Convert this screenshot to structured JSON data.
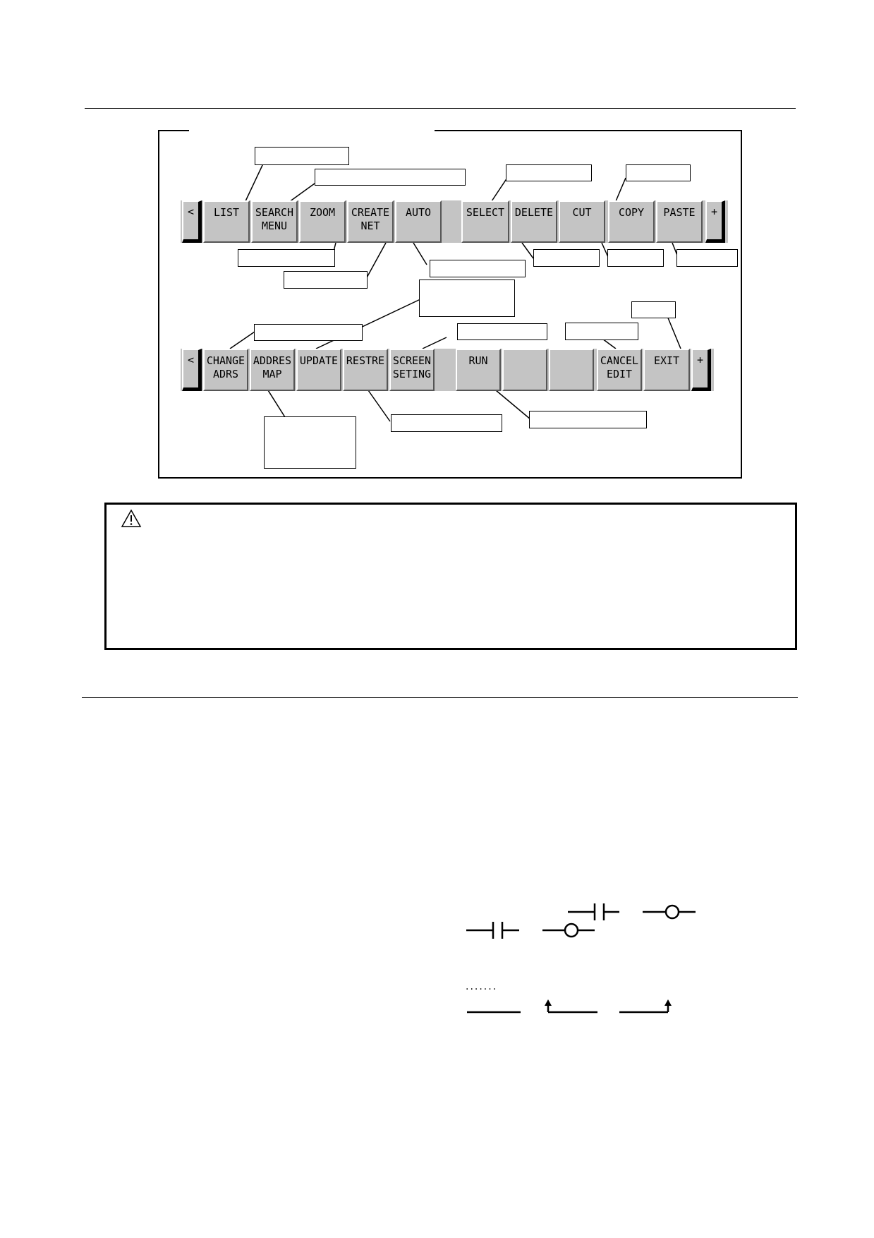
{
  "softkeys_row1": {
    "prev": "<",
    "next": "+",
    "keys": [
      {
        "line1": "LIST",
        "line2": ""
      },
      {
        "line1": "SEARCH",
        "line2": "MENU"
      },
      {
        "line1": "ZOOM",
        "line2": ""
      },
      {
        "line1": "CREATE",
        "line2": "NET"
      },
      {
        "line1": "AUTO",
        "line2": ""
      },
      {
        "line1": "SELECT",
        "line2": ""
      },
      {
        "line1": "DELETE",
        "line2": ""
      },
      {
        "line1": "CUT",
        "line2": ""
      },
      {
        "line1": "COPY",
        "line2": ""
      },
      {
        "line1": "PASTE",
        "line2": ""
      }
    ]
  },
  "softkeys_row2": {
    "prev": "<",
    "next": "+",
    "keys": [
      {
        "line1": "CHANGE",
        "line2": "ADRS"
      },
      {
        "line1": "ADDRES",
        "line2": "MAP"
      },
      {
        "line1": "UPDATE",
        "line2": ""
      },
      {
        "line1": "RESTRE",
        "line2": ""
      },
      {
        "line1": "SCREEN",
        "line2": "SETING"
      },
      {
        "line1": "RUN",
        "line2": ""
      },
      {
        "line1": "",
        "line2": ""
      },
      {
        "line1": "",
        "line2": ""
      },
      {
        "line1": "CANCEL",
        "line2": "EDIT"
      },
      {
        "line1": "EXIT",
        "line2": ""
      }
    ]
  },
  "caution": {
    "icon": "warning-triangle-icon"
  },
  "ladder_symbols": {
    "dots": "......."
  }
}
